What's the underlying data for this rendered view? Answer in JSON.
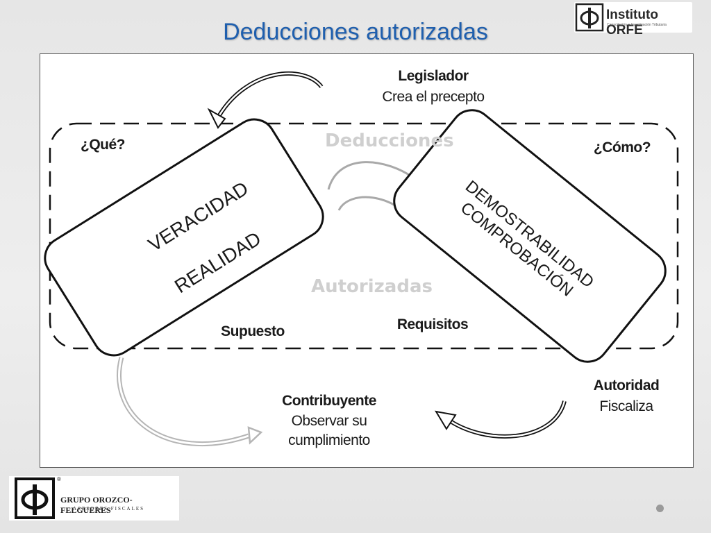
{
  "slide": {
    "title": "Deducciones autorizadas"
  },
  "branding": {
    "top_name": "Instituto ORFE",
    "top_tagline": "Capacitación e Investigación Tributaria",
    "bottom_name": "GRUPO OROZCO-FELGUERES",
    "bottom_tagline": "ASESORES FISCALES",
    "registered_mark": "®"
  },
  "diagram": {
    "legislador": {
      "title": "Legislador",
      "text": "Crea el precepto"
    },
    "que": "¿Qué?",
    "como": "¿Cómo?",
    "left_box": {
      "line1": "VERACIDAD",
      "line2": "REALIDAD"
    },
    "right_box": {
      "line1": "DEMOSTRABILIDAD",
      "line2": "COMPROBACIÓN"
    },
    "ghost_top": "Deducciones",
    "ghost_bottom": "Autorizadas",
    "supuesto": "Supuesto",
    "requisitos": "Requisitos",
    "contribuyente": {
      "title": "Contribuyente",
      "line1": "Observar su",
      "line2": "cumplimiento"
    },
    "autoridad": {
      "title": "Autoridad",
      "text": "Fiscaliza"
    }
  },
  "colors": {
    "title": "#1f5fae",
    "border": "#111111",
    "light_arrow": "#b5b5b5"
  }
}
